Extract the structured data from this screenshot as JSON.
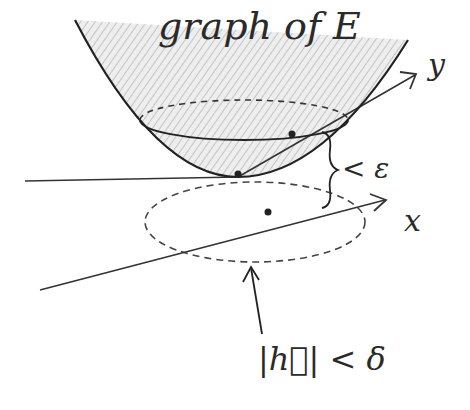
{
  "diagram": {
    "labels": [
      "graph of E",
      "< ε",
      "y",
      "x",
      "|h⃗| < δ"
    ]
  }
}
